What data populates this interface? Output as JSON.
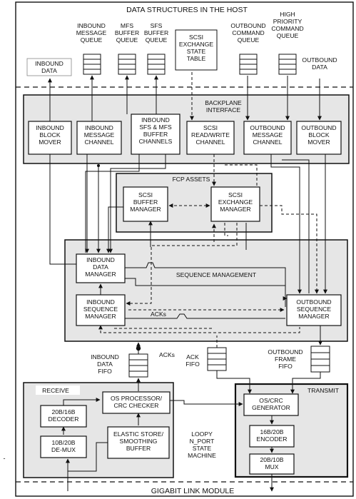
{
  "title": "DATA STRUCTURES IN THE HOST",
  "host_queues": {
    "inbound_message_queue": [
      "INBOUND",
      "MESSAGE",
      "QUEUE"
    ],
    "mfs_buffer_queue": [
      "MFS",
      "BUFFER",
      "QUEUE"
    ],
    "sfs_buffer_queue": [
      "SFS",
      "BUFFER",
      "QUEUE"
    ],
    "scsi_exchange_state_table": [
      "SCSI",
      "EXCHANGE",
      "STATE",
      "TABLE"
    ],
    "outbound_command_queue": [
      "OUTBOUND",
      "COMMAND",
      "QUEUE"
    ],
    "high_priority_command_queue": [
      "HIGH",
      "PRIORITY",
      "COMMAND",
      "QUEUE"
    ],
    "inbound_data": [
      "INBOUND",
      "DATA"
    ],
    "outbound_data": [
      "OUTBOUND",
      "DATA"
    ]
  },
  "backplane": {
    "title": [
      "BACKPLANE",
      "INTERFACE"
    ],
    "inbound_block_mover": [
      "INBOUND",
      "BLOCK",
      "MOVER"
    ],
    "inbound_message_channel": [
      "INBOUND",
      "MESSAGE",
      "CHANNEL"
    ],
    "inbound_sfs_mfs_buffer_channels": [
      "INBOUND",
      "SFS & MFS",
      "BUFFER",
      "CHANNELS"
    ],
    "scsi_read_write_channel": [
      "SCSI",
      "READ/WRITE",
      "CHANNEL"
    ],
    "outbound_message_channel": [
      "OUTBOUND",
      "MESSAGE",
      "CHANNEL"
    ],
    "outbound_block_mover": [
      "OUTBOUND",
      "BLOCK",
      "MOVER"
    ]
  },
  "fcp_assets": {
    "title": "FCP ASSETS",
    "scsi_buffer_manager": [
      "SCSI",
      "BUFFER",
      "MANAGER"
    ],
    "scsi_exchange_manager": [
      "SCSI",
      "EXCHANGE",
      "MANAGER"
    ]
  },
  "sequence_management": {
    "title": "SEQUENCE MANAGEMENT",
    "inbound_data_manager": [
      "INBOUND",
      "DATA",
      "MANAGER"
    ],
    "inbound_sequence_manager": [
      "INBOUND",
      "SEQUENCE",
      "MANAGER"
    ],
    "outbound_sequence_manager": [
      "OUTBOUND",
      "SEQUENCE",
      "MANAGER"
    ],
    "acks_label": "ACKs"
  },
  "fifos": {
    "inbound_data_fifo": [
      "INBOUND",
      "DATA",
      "FIFO"
    ],
    "acks_label": "ACKs",
    "ack_fifo": [
      "ACK",
      "FIFO"
    ],
    "outbound_frame_fifo": [
      "OUTBOUND",
      "FRAME",
      "FIFO"
    ]
  },
  "receive": {
    "title": "RECEIVE",
    "decoder": [
      "20B/16B",
      "DECODER"
    ],
    "demux": [
      "10B/20B",
      "DE-MUX"
    ],
    "os_processor": [
      "OS PROCESSOR/",
      "CRC CHECKER"
    ],
    "elastic_store": [
      "ELASTIC STORE/",
      "SMOOTHING",
      "BUFFER"
    ]
  },
  "loopy": [
    "LOOPY",
    "N_PORT",
    "STATE",
    "MACHINE"
  ],
  "transmit": {
    "title": "TRANSMIT",
    "os_crc_generator": [
      "OS/CRC",
      "GENERATOR"
    ],
    "encoder": [
      "16B/20B",
      "ENCODER"
    ],
    "mux": [
      "20B/10B",
      "MUX"
    ]
  },
  "footer": "GIGABIT LINK MODULE",
  "edge_mark": "-",
  "colors": {
    "panel_fill": "#e6e6e6",
    "box_fill": "#ffffff",
    "line": "#111111"
  }
}
